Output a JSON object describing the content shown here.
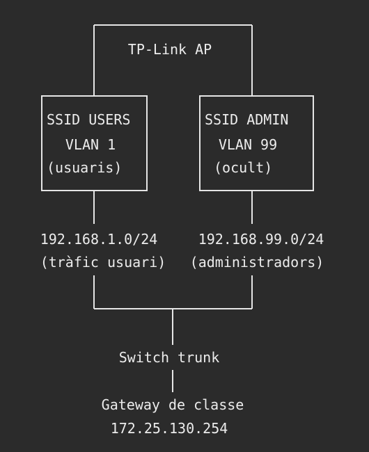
{
  "ap": {
    "title": "TP-Link AP"
  },
  "ssid_users": {
    "name": "SSID USERS",
    "vlan": "VLAN 1",
    "note": "(usuaris)"
  },
  "ssid_admin": {
    "name": "SSID ADMIN",
    "vlan": "VLAN 99",
    "note": "(ocult)"
  },
  "net_users": {
    "subnet": "192.168.1.0/24",
    "note": "(tràfic usuari)"
  },
  "net_admin": {
    "subnet": "192.168.99.0/24",
    "note": "(administradors)"
  },
  "switch": {
    "label": "Switch trunk"
  },
  "gateway": {
    "label": "Gateway de classe",
    "ip": "172.25.130.254"
  },
  "colors": {
    "background": "#2b2b2b",
    "foreground": "#ececec"
  }
}
